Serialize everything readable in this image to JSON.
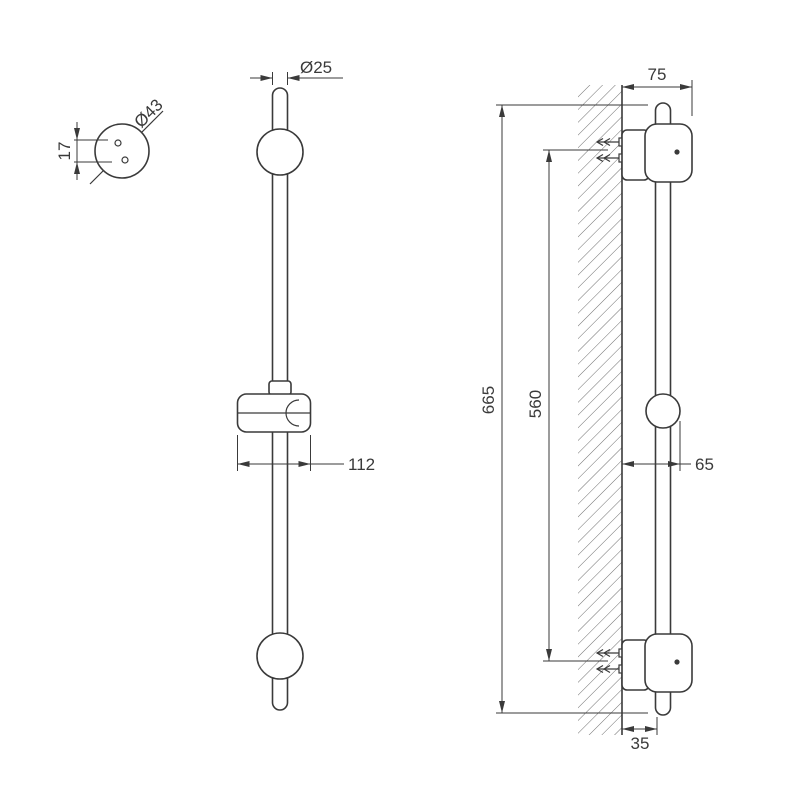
{
  "page": {
    "background": "#ffffff",
    "line_color": "#3a3a3a",
    "type": "technical-dimension-drawing"
  },
  "drawing": {
    "detail_view": {
      "diameter_label": "Ø43",
      "hole_offset_label": "17"
    },
    "front_view": {
      "bar_diameter_label": "Ø25",
      "slider_length_label": "112"
    },
    "side_view": {
      "bracket_depth_label": "75",
      "overall_height_label": "665",
      "mounting_distance_label": "560",
      "slider_depth_label": "65",
      "base_depth_label": "35"
    }
  }
}
